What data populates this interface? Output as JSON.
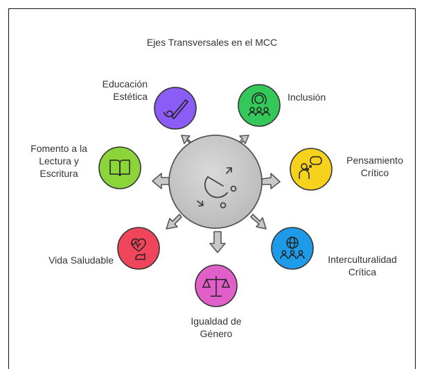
{
  "diagram": {
    "title": "Ejes Transversales en el MCC",
    "nodes": [
      {
        "id": "educacion-estetica",
        "label_lines": [
          "Educación",
          "Estética"
        ],
        "color": "#8b5cf6",
        "icon": "brush-icon"
      },
      {
        "id": "inclusion",
        "label_lines": [
          "Inclusión"
        ],
        "color": "#34c759",
        "icon": "people-icon"
      },
      {
        "id": "pensamiento-critico",
        "label_lines": [
          "Pensamiento",
          "Crítico"
        ],
        "color": "#f6d21c",
        "icon": "speech-bubble-icon"
      },
      {
        "id": "interculturalidad-critica",
        "label_lines": [
          "Interculturalidad",
          "Crítica"
        ],
        "color": "#1e9be8",
        "icon": "globe-people-icon"
      },
      {
        "id": "igualdad-genero",
        "label_lines": [
          "Igualdad de",
          "Género"
        ],
        "color": "#e05fc8",
        "icon": "scale-icon"
      },
      {
        "id": "vida-saludable",
        "label_lines": [
          "Vida Saludable"
        ],
        "color": "#f0455b",
        "icon": "heart-arm-icon"
      },
      {
        "id": "fomento-lectura",
        "label_lines": [
          "Fomento a la",
          "Lectura y",
          "Escritura"
        ],
        "color": "#8bd43a",
        "icon": "book-icon"
      }
    ],
    "hub_icon": "cycle-icon"
  }
}
